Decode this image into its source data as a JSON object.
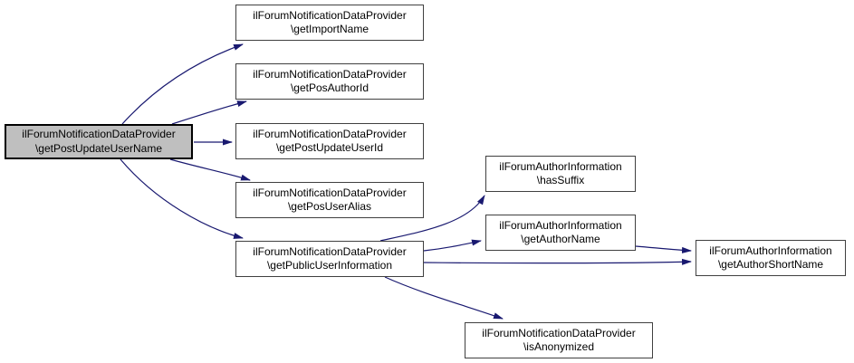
{
  "diagram": {
    "type": "call-graph",
    "nodes": [
      {
        "id": "getPostUpdateUserName",
        "line1": "ilForumNotificationDataProvider",
        "line2": "\\getPostUpdateUserName",
        "highlighted": true
      },
      {
        "id": "getImportName",
        "line1": "ilForumNotificationDataProvider",
        "line2": "\\getImportName",
        "highlighted": false
      },
      {
        "id": "getPosAuthorId",
        "line1": "ilForumNotificationDataProvider",
        "line2": "\\getPosAuthorId",
        "highlighted": false
      },
      {
        "id": "getPostUpdateUserId",
        "line1": "ilForumNotificationDataProvider",
        "line2": "\\getPostUpdateUserId",
        "highlighted": false
      },
      {
        "id": "getPosUserAlias",
        "line1": "ilForumNotificationDataProvider",
        "line2": "\\getPosUserAlias",
        "highlighted": false
      },
      {
        "id": "getPublicUserInformation",
        "line1": "ilForumNotificationDataProvider",
        "line2": "\\getPublicUserInformation",
        "highlighted": false
      },
      {
        "id": "hasSuffix",
        "line1": "ilForumAuthorInformation",
        "line2": "\\hasSuffix",
        "highlighted": false
      },
      {
        "id": "getAuthorName",
        "line1": "ilForumAuthorInformation",
        "line2": "\\getAuthorName",
        "highlighted": false
      },
      {
        "id": "getAuthorShortName",
        "line1": "ilForumAuthorInformation",
        "line2": "\\getAuthorShortName",
        "highlighted": false
      },
      {
        "id": "isAnonymized",
        "line1": "ilForumNotificationDataProvider",
        "line2": "\\isAnonymized",
        "highlighted": false
      }
    ],
    "edges": [
      {
        "from": "getPostUpdateUserName",
        "to": "getImportName"
      },
      {
        "from": "getPostUpdateUserName",
        "to": "getPosAuthorId"
      },
      {
        "from": "getPostUpdateUserName",
        "to": "getPostUpdateUserId"
      },
      {
        "from": "getPostUpdateUserName",
        "to": "getPosUserAlias"
      },
      {
        "from": "getPostUpdateUserName",
        "to": "getPublicUserInformation"
      },
      {
        "from": "getPublicUserInformation",
        "to": "hasSuffix"
      },
      {
        "from": "getPublicUserInformation",
        "to": "getAuthorName"
      },
      {
        "from": "getPublicUserInformation",
        "to": "getAuthorShortName"
      },
      {
        "from": "getAuthorName",
        "to": "getAuthorShortName"
      },
      {
        "from": "getPublicUserInformation",
        "to": "isAnonymized"
      }
    ]
  },
  "colors": {
    "edge": "#191970",
    "node-fill": "#ffffff",
    "node-border": "#404040",
    "node-text": "#000000",
    "current-fill": "#bfbfbf",
    "current-border": "#000000",
    "background": "#ffffff"
  }
}
